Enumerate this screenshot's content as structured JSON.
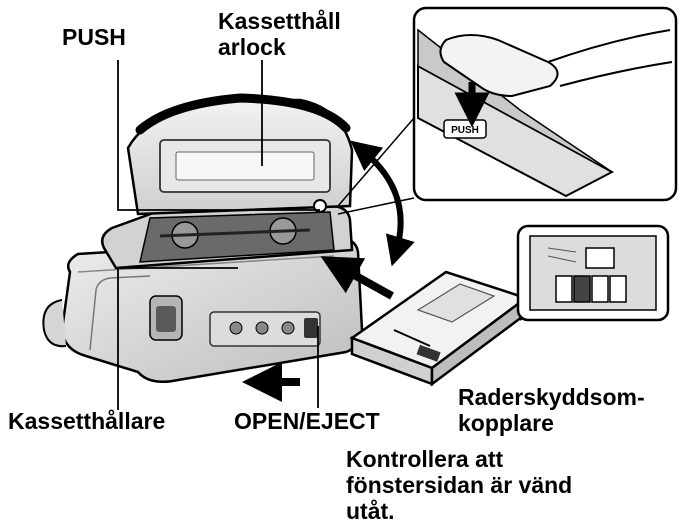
{
  "labels": {
    "push": "PUSH",
    "holder_lock": "Kassetthåll\narlock",
    "cassette_holder": "Kassetthållare",
    "open_eject": "OPEN/EJECT",
    "erase_protection_switch": "Raderskyddsom-\nkopplare",
    "note": "Kontrollera att\nfönstersidan är vänd\nutåt."
  },
  "inset_button_text": "PUSH",
  "colors": {
    "ink": "#000000",
    "body_light": "#e6e6e6",
    "body_mid": "#c8c8c8",
    "body_dark": "#4a4a4a",
    "background": "#ffffff"
  },
  "icons": [
    "press-arrow-icon",
    "insert-arrow-icon",
    "eject-direction-arrow-icon",
    "rotation-arrow-icon"
  ]
}
